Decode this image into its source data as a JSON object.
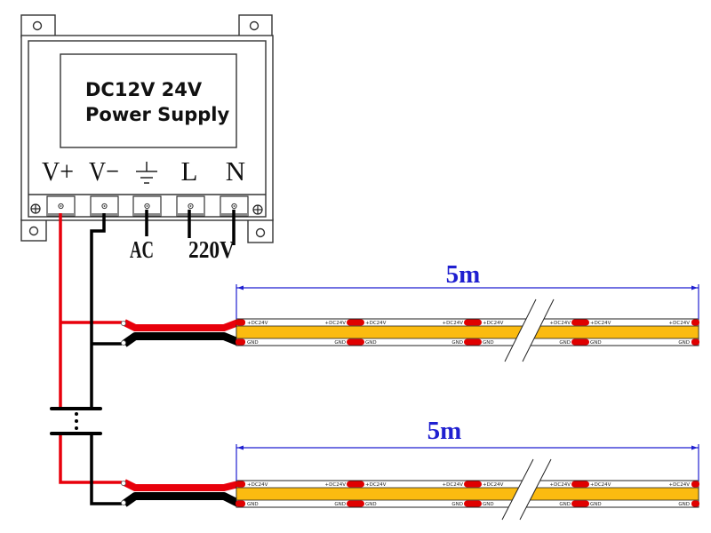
{
  "diagram": {
    "power_supply": {
      "title_line1": "DC12V 24V",
      "title_line2": "Power Supply",
      "terminals": [
        {
          "label": "V+"
        },
        {
          "label": "V−"
        },
        {
          "label": "",
          "icon": "ground-icon"
        },
        {
          "label": "L"
        },
        {
          "label": "N"
        }
      ],
      "ac_label": "AC",
      "voltage_label": "220V"
    },
    "strips": [
      {
        "length_label": "5m",
        "positive_label": "+DC24V",
        "negative_label": "GND"
      },
      {
        "length_label": "5m",
        "positive_label": "+DC24V",
        "negative_label": "GND"
      }
    ],
    "colors": {
      "positive_wire": "#e8000b",
      "negative_wire": "#000000",
      "strip_led": "#fbbb10",
      "pad": "#e00000",
      "dimension": "#1f1fd0",
      "outline": "#222222"
    }
  }
}
